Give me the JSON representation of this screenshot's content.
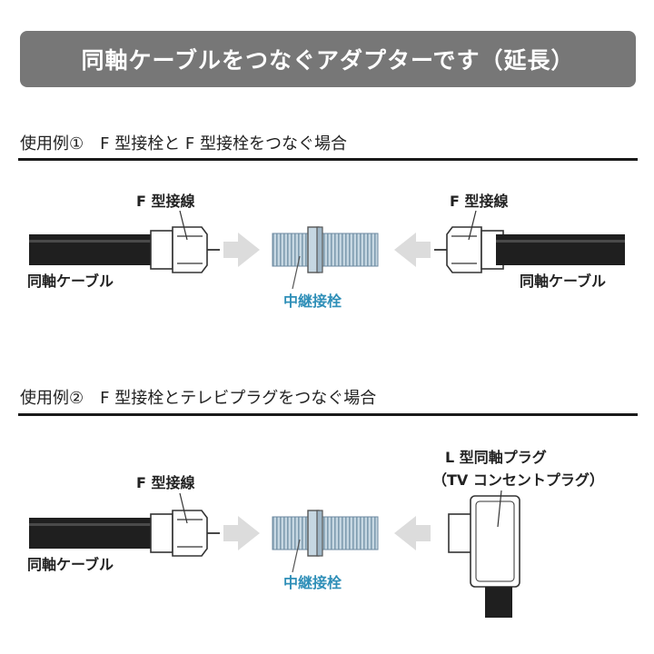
{
  "banner": {
    "title": "同軸ケーブルをつなぐアダプターです（延長）"
  },
  "sections": [
    {
      "heading": "使用例①　F 型接栓と F 型接栓をつなぐ場合",
      "left_connector_label": "F 型接線",
      "right_connector_label": "F 型接線",
      "left_cable_label": "同軸ケーブル",
      "right_cable_label": "同軸ケーブル",
      "center_label": "中継接栓"
    },
    {
      "heading": "使用例②　F 型接栓とテレビプラグをつなぐ場合",
      "left_connector_label": "F 型接線",
      "plug_label_line1": "L 型同軸プラグ",
      "plug_label_line2": "（TV コンセントプラグ）",
      "left_cable_label": "同軸ケーブル",
      "center_label": "中継接栓"
    }
  ],
  "colors": {
    "banner": "#777777",
    "cable": "#1f1f1f",
    "adapter": "#b9ccd8",
    "accent_label": "#2f8fb8",
    "arrow": "#dcdcdc"
  }
}
